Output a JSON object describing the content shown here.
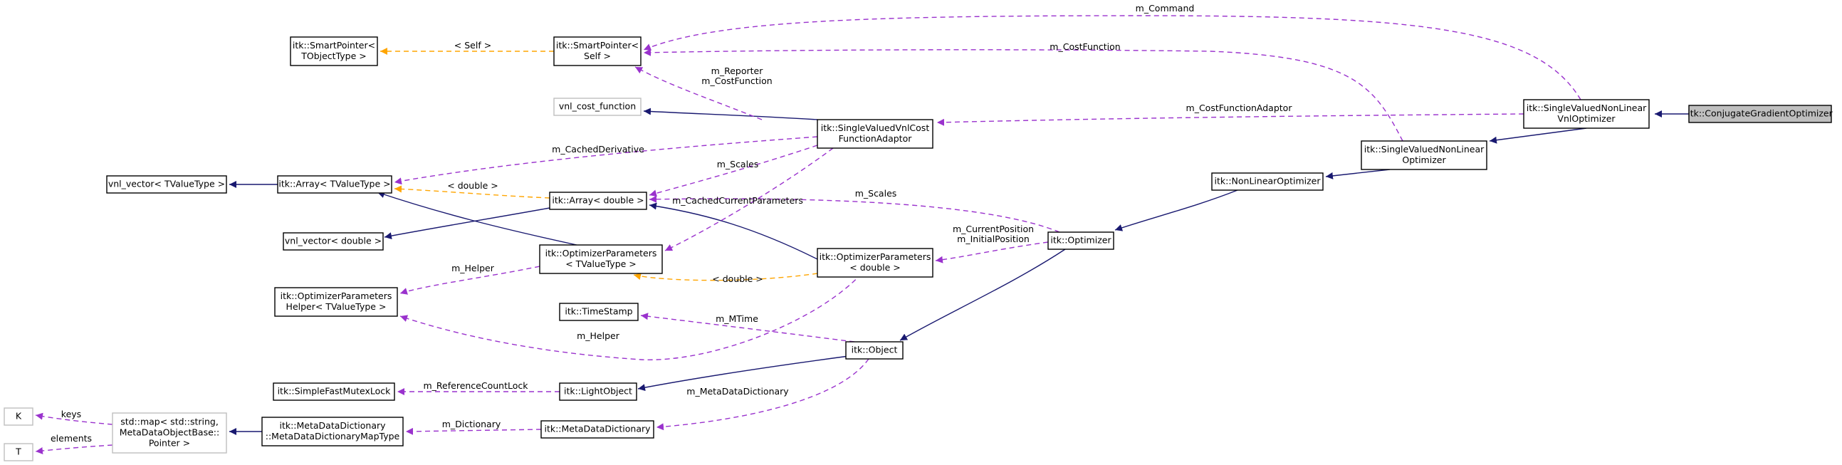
{
  "diagram": {
    "nodes": {
      "conjugate": [
        "itk::ConjugateGradientOptimizer"
      ],
      "svnlvnl": [
        "itk::SingleValuedNonLinear",
        "VnlOptimizer"
      ],
      "svnl": [
        "itk::SingleValuedNonLinear",
        "Optimizer"
      ],
      "nonlinear": [
        "itk::NonLinearOptimizer"
      ],
      "optimizer": [
        "itk::Optimizer"
      ],
      "object": [
        "itk::Object"
      ],
      "lightobject": [
        "itk::LightObject"
      ],
      "mutexlock": [
        "itk::SimpleFastMutexLock"
      ],
      "timestamp": [
        "itk::TimeStamp"
      ],
      "metadict": [
        "itk::MetaDataDictionary"
      ],
      "metadictmap": [
        "itk::MetaDataDictionary",
        "::MetaDataDictionaryMapType"
      ],
      "stdmap": [
        "std::map< std::string,",
        "MetaDataObjectBase::",
        "Pointer >"
      ],
      "K": [
        "K"
      ],
      "T": [
        "T"
      ],
      "adaptor": [
        "itk::SingleValuedVnlCost",
        "FunctionAdaptor"
      ],
      "smartptr_self": [
        "itk::SmartPointer<",
        "Self >"
      ],
      "smartptr_t": [
        "itk::SmartPointer<",
        "TObjectType >"
      ],
      "vnl_cost": [
        "vnl_cost_function"
      ],
      "array_double": [
        "itk::Array< double >"
      ],
      "array_t": [
        "itk::Array< TValueType >"
      ],
      "vnlvec_t": [
        "vnl_vector< TValueType >"
      ],
      "vnlvec_double": [
        "vnl_vector< double >"
      ],
      "optparams_t": [
        "itk::OptimizerParameters",
        "< TValueType >"
      ],
      "optparams_double": [
        "itk::OptimizerParameters",
        "< double >"
      ],
      "helper": [
        "itk::OptimizerParameters",
        "Helper< TValueType >"
      ]
    },
    "edge_labels": {
      "m_command": [
        "m_Command"
      ],
      "m_costfunction": [
        "m_CostFunction"
      ],
      "self_tpl": [
        "< Self >"
      ],
      "reporter": [
        "m_Reporter",
        "m_CostFunction"
      ],
      "adaptor_use": [
        "m_CostFunctionAdaptor"
      ],
      "cached_derivative": [
        "m_CachedDerivative"
      ],
      "double_tpl1": [
        "< double >"
      ],
      "m_scales1": [
        "m_Scales"
      ],
      "m_scales2": [
        "m_Scales"
      ],
      "cached_params": [
        "m_CachedCurrentParameters"
      ],
      "positions": [
        "m_CurrentPosition",
        "m_InitialPosition"
      ],
      "helper_use1": [
        "m_Helper"
      ],
      "double_tpl2": [
        "< double >"
      ],
      "mtime": [
        "m_MTime"
      ],
      "helper_use2": [
        "m_Helper"
      ],
      "refcount": [
        "m_ReferenceCountLock"
      ],
      "metadata": [
        "m_MetaDataDictionary"
      ],
      "dictionary": [
        "m_Dictionary"
      ],
      "keys": [
        "keys"
      ],
      "elements": [
        "elements"
      ]
    },
    "colors": {
      "inheritance": "#191970",
      "usage": "#9a32cd",
      "template": "#ffa500",
      "focus_fill": "#bfbfbf",
      "grey_border": "#bfbfbf"
    }
  }
}
